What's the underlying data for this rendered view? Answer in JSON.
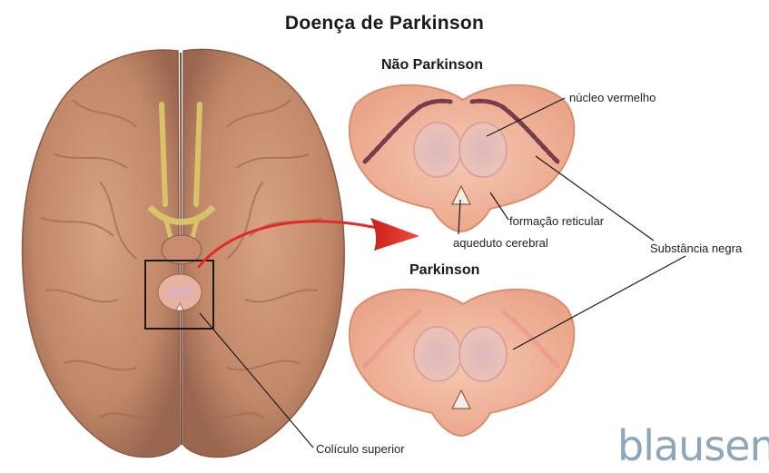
{
  "title": "Doença de Parkinson",
  "sections": {
    "healthy": "Não Parkinson",
    "disease": "Parkinson"
  },
  "labels": {
    "red_nucleus": "núcleo vermelho",
    "reticular_formation": "formação reticular",
    "cerebral_aqueduct": "aqueduto cerebral",
    "substantia_nigra": "Substância negra",
    "superior_colliculus": "Colículo superior"
  },
  "brand": "blausen",
  "colors": {
    "brain": "#c99274",
    "brain_shadow": "#9e6a52",
    "section_tissue": "#f1b497",
    "nigra_pigment": "#7a3c4a",
    "red_nucleus": "#e9b9b1",
    "arrow": "#e32b26",
    "brand": "#8fa6b8"
  }
}
